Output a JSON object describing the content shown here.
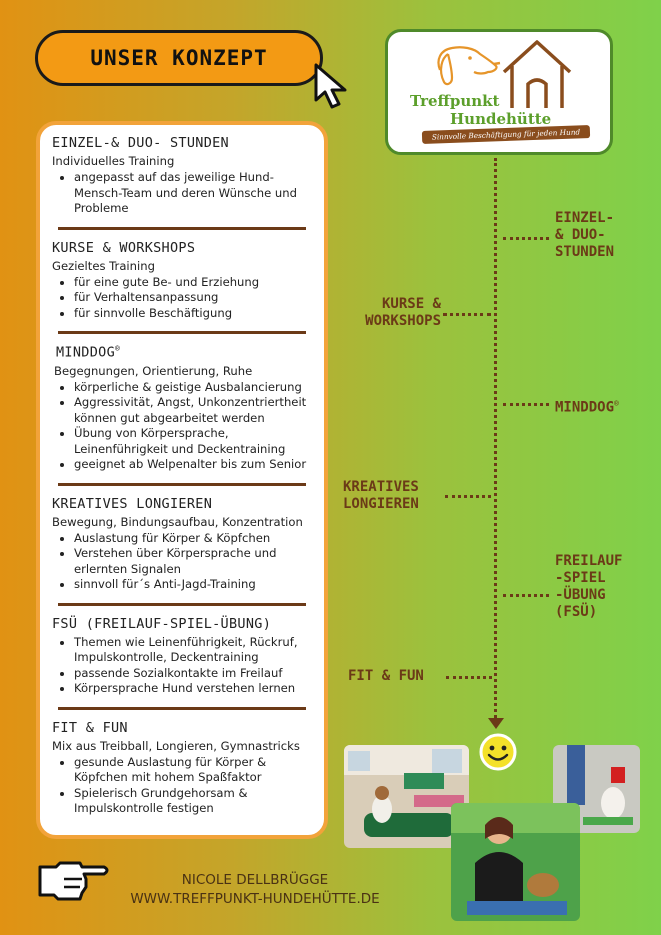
{
  "header": {
    "title": "UNSER KONZEPT"
  },
  "logo": {
    "title_line1": "Treffpunkt",
    "title_line2": "Hundehütte",
    "tagline": "Sinnvolle Beschäftigung für jeden Hund"
  },
  "sections": [
    {
      "heading": "EINZEL-& DUO- STUNDEN",
      "subtitle": "Individuelles Training",
      "items": [
        "angepasst auf das jeweilige Hund-Mensch-Team und deren Wünsche und Probleme"
      ]
    },
    {
      "heading": "KURSE & WORKSHOPS",
      "subtitle": "Gezieltes Training",
      "items": [
        "für eine gute Be- und Erziehung",
        "für Verhaltensanpassung",
        "für sinnvolle Beschäftigung"
      ]
    },
    {
      "heading": "MINDDOG",
      "subtitle": "Begegnungen, Orientierung, Ruhe",
      "items": [
        "körperliche & geistige Ausbalancierung",
        "Aggressivität, Angst, Unkonzentriertheit können gut abgearbeitet werden",
        "Übung von Körpersprache, Leinenführigkeit und Deckentraining",
        "geeignet ab Welpenalter bis zum Senior"
      ]
    },
    {
      "heading": "KREATIVES LONGIEREN",
      "subtitle": "Bewegung, Bindungsaufbau, Konzentration",
      "items": [
        "Auslastung für Körper & Köpfchen",
        "Verstehen über Körpersprache und erlernten Signalen",
        "sinnvoll für´s Anti-Jagd-Training"
      ]
    },
    {
      "heading": "FSÜ (FREILAUF-SPIEL-ÜBUNG)",
      "subtitle": "",
      "items": [
        "Themen wie Leinenführigkeit, Rückruf, Impulskontrolle, Deckentraining",
        "passende Sozialkontakte im Freilauf",
        "Körpersprache Hund verstehen lernen"
      ]
    },
    {
      "heading": "FIT & FUN",
      "subtitle": "Mix aus Treibball, Longieren, Gymnastricks",
      "items": [
        "gesunde Auslastung für Körper & Köpfchen mit hohem Spaßfaktor",
        "Spielerisch Grundgehorsam & Impulskontrolle festigen"
      ]
    }
  ],
  "reg_mark": "®",
  "timeline": {
    "einzel": [
      "EINZEL-",
      "& DUO-",
      "STUNDEN"
    ],
    "kurse": [
      "KURSE &",
      "WORKSHOPS"
    ],
    "minddog": "MINDDOG",
    "kreatives": [
      "KREATIVES",
      "LONGIEREN"
    ],
    "freilauf": [
      "FREILAUF",
      "-SPIEL",
      "-ÜBUNG",
      "(FSÜ)"
    ],
    "fitfun": "FIT & FUN"
  },
  "footer": {
    "name": "NICOLE DELLBRÜGGE",
    "website": "WWW.TREFFPUNKT-HUNDEHÜTTE.DE"
  },
  "colors": {
    "accent_orange": "#f39a14",
    "brown": "#6b3a17",
    "logo_green": "#5c9f2b"
  }
}
